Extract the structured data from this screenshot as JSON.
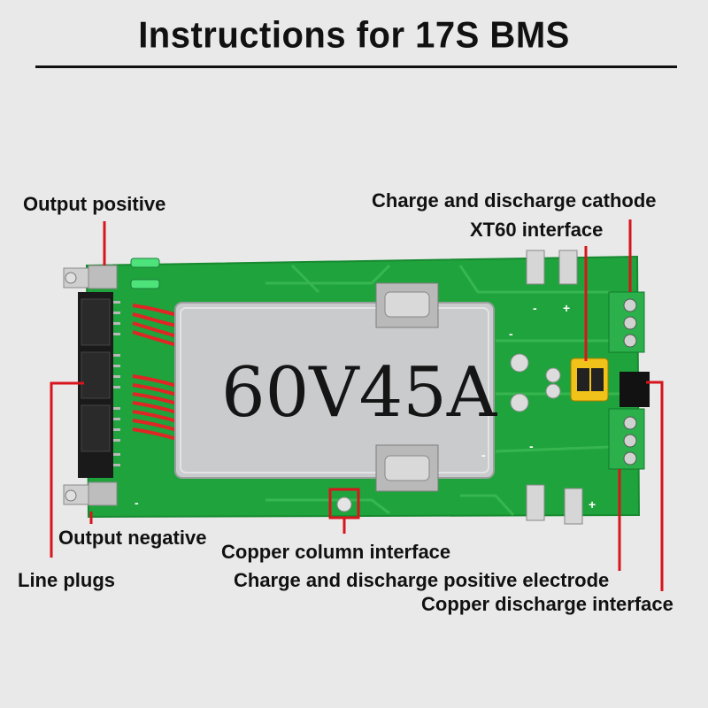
{
  "header": {
    "title": "Instructions for 17S BMS"
  },
  "bms_label_text": "60V45A",
  "labels": {
    "output_positive": "Output positive",
    "charge_discharge_cathode": "Charge and discharge cathode",
    "xt60_interface": "XT60 interface",
    "output_negative": "Output negative",
    "line_plugs": "Line plugs",
    "copper_column_interface": "Copper column interface",
    "charge_discharge_positive": "Charge and discharge positive electrode",
    "copper_discharge_interface": "Copper discharge interface"
  },
  "board_marks": {
    "plus": "+",
    "minus": "-"
  },
  "colors": {
    "pcb_green": "#1fa33c",
    "annotation_red": "#d8141c",
    "bms_plate": "#c9cbcd"
  }
}
